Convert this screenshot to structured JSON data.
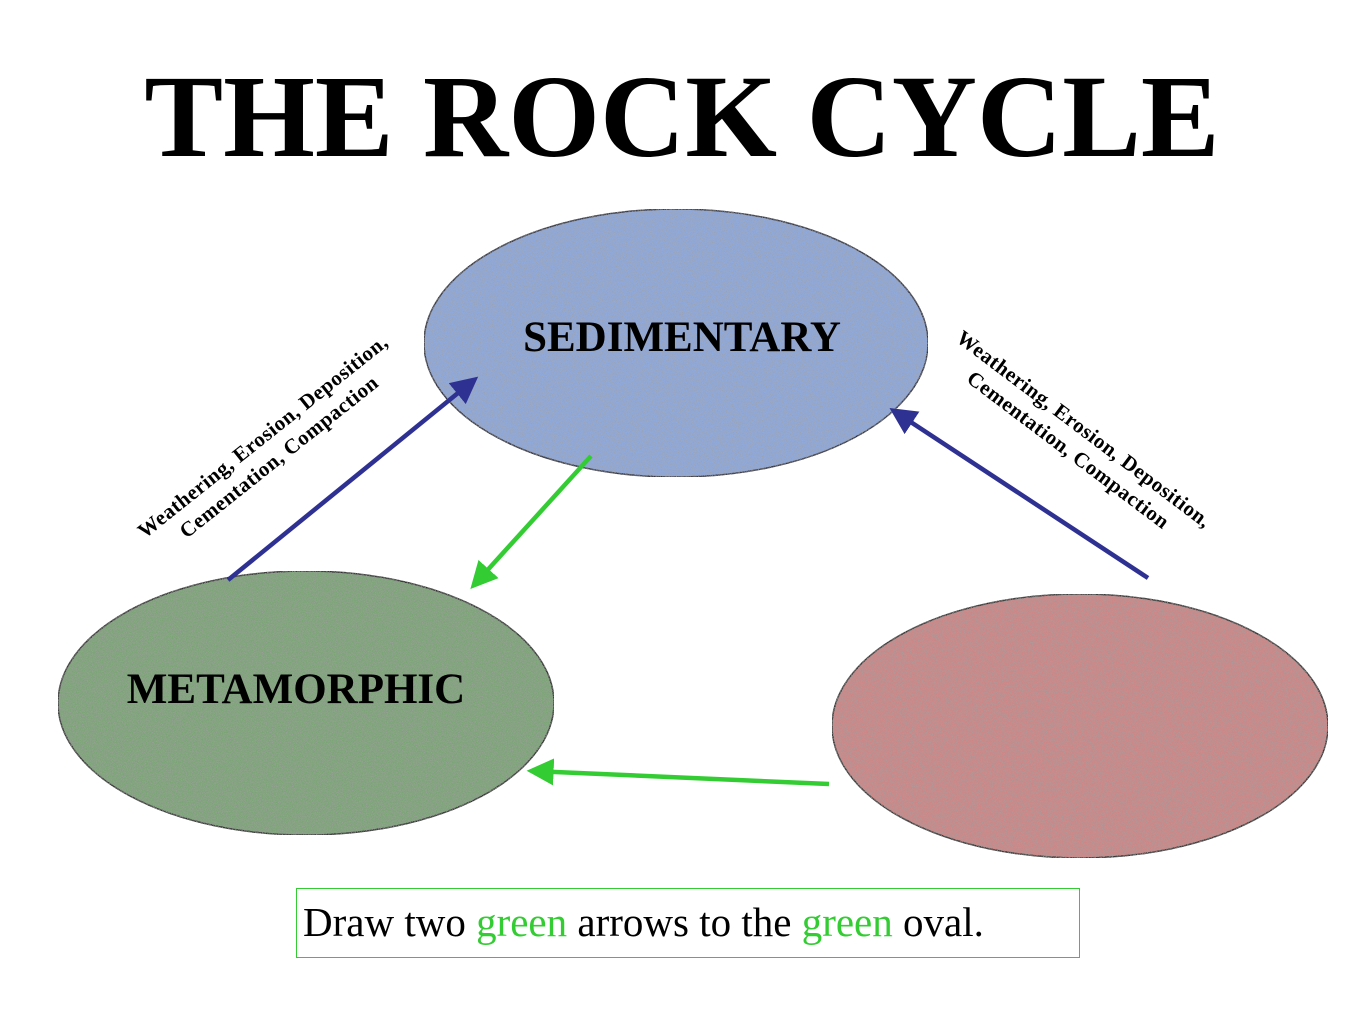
{
  "title": "THE ROCK CYCLE",
  "ovals": {
    "sedimentary": {
      "label": "SEDIMENTARY",
      "fill": "#8eaade",
      "stroke": "#2a2a3a"
    },
    "metamorphic": {
      "label": "METAMORPHIC",
      "fill": "#7aa574",
      "stroke": "#2a2a2a"
    },
    "igneous": {
      "label": "",
      "fill": "#cf8585",
      "stroke": "#2a2a2a"
    }
  },
  "process_labels": {
    "left": {
      "line1": "Weathering, Erosion, Deposition,",
      "line2": "Cementation, Compaction"
    },
    "right": {
      "line1": "Weathering, Erosion, Deposition,",
      "line2": "Cementation, Compaction"
    }
  },
  "arrow_colors": {
    "blue": "#2e3192",
    "green": "#33cc33"
  },
  "instruction": {
    "part1": "Draw two ",
    "green1": "green",
    "part2": " arrows to the ",
    "green2": "green",
    "part3": " oval.",
    "highlight_color": "#33cc33",
    "border_color": "#33cc33"
  }
}
